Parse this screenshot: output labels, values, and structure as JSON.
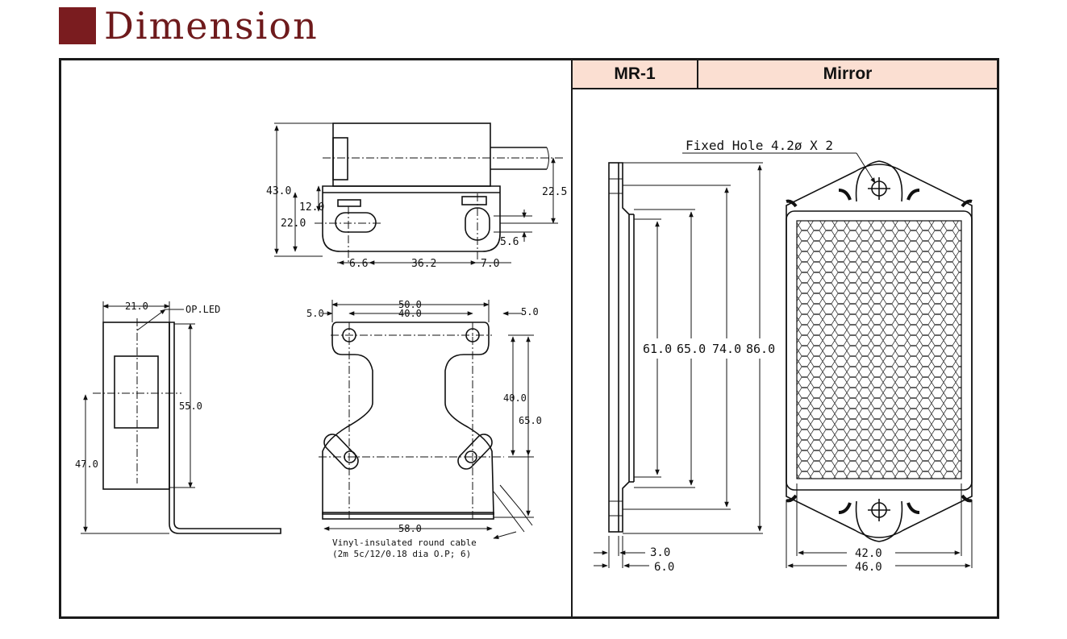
{
  "page": {
    "title": "Dimension"
  },
  "table_header": {
    "model": "MR-1",
    "name": "Mirror"
  },
  "sensor_drawing": {
    "labels": {
      "d43": "43.0",
      "d12": "12.0",
      "d22": "22.0",
      "d22_5": "22.5",
      "d6_6": "6.6",
      "d36_2": "36.2",
      "d7_0": "7.0",
      "d5_6": "5.6",
      "d21": "21.0",
      "op_led": "OP.LED",
      "d55": "55.0",
      "d47": "47.0",
      "d50": "50.0",
      "d40_top": "40.0",
      "d5_left": "5.0",
      "d5_right": "5.0",
      "d40_side": "40.0",
      "d65": "65.0",
      "d58": "58.0",
      "cable_line1": "Vinyl-insulated round cable",
      "cable_line2": "(2m 5c/12/0.18 dia O.P; 6)"
    }
  },
  "mirror_drawing": {
    "labels": {
      "fixed_hole": "Fixed Hole 4.2ø X 2",
      "d61": "61.0",
      "d65": "65.0",
      "d74": "74.0",
      "d86": "86.0",
      "d3": "3.0",
      "d6": "6.0",
      "d42": "42.0",
      "d46": "46.0"
    }
  }
}
